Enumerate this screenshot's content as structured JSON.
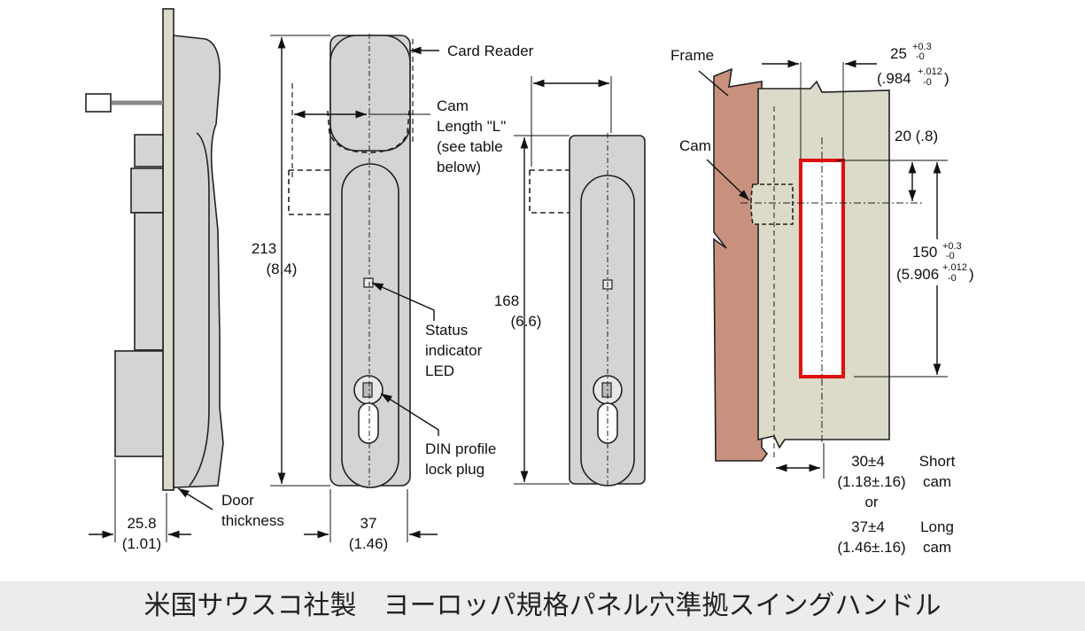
{
  "labels": {
    "card_reader": "Card Reader",
    "cam_length": [
      "Cam",
      "Length \"L\"",
      "(see table",
      "below)"
    ],
    "status_led": [
      "Status",
      "indicator",
      "LED"
    ],
    "din_plug": [
      "DIN profile",
      "lock plug"
    ],
    "door_thickness": [
      "Door",
      "thickness"
    ],
    "frame": "Frame",
    "cam": "Cam",
    "short_cam": [
      "Short",
      "cam"
    ],
    "long_cam": [
      "Long",
      "cam"
    ]
  },
  "dimensions": {
    "d213": [
      "213",
      "(8.4)"
    ],
    "d168": [
      "168",
      "(6.6)"
    ],
    "d25_8": [
      "25.8",
      "(1.01)"
    ],
    "d37": [
      "37",
      "(1.46)"
    ],
    "d25": "25",
    "d25_tol": [
      "+0.3",
      "-0"
    ],
    "d984": [
      "(.984",
      ")"
    ],
    "d984_tol": [
      "+.012",
      "-0"
    ],
    "d20": "20 (.8)",
    "d150": "150",
    "d150_tol": [
      "+0.3",
      "-0"
    ],
    "d5906": [
      "(5.906",
      ")"
    ],
    "d5906_tol": [
      "+.012",
      "-0"
    ],
    "short_dim": [
      "30±4",
      "(1.18±.16)"
    ],
    "or": "or",
    "long_dim": [
      "37±4",
      "(1.46±.16)"
    ]
  },
  "colors": {
    "frame": "#c8917e",
    "panel": "#dcdac8",
    "handle": "#d3d4d6",
    "highlight": "#e01010"
  },
  "caption": "米国サウスコ社製　ヨーロッパ規格パネル穴準拠スイングハンドル"
}
